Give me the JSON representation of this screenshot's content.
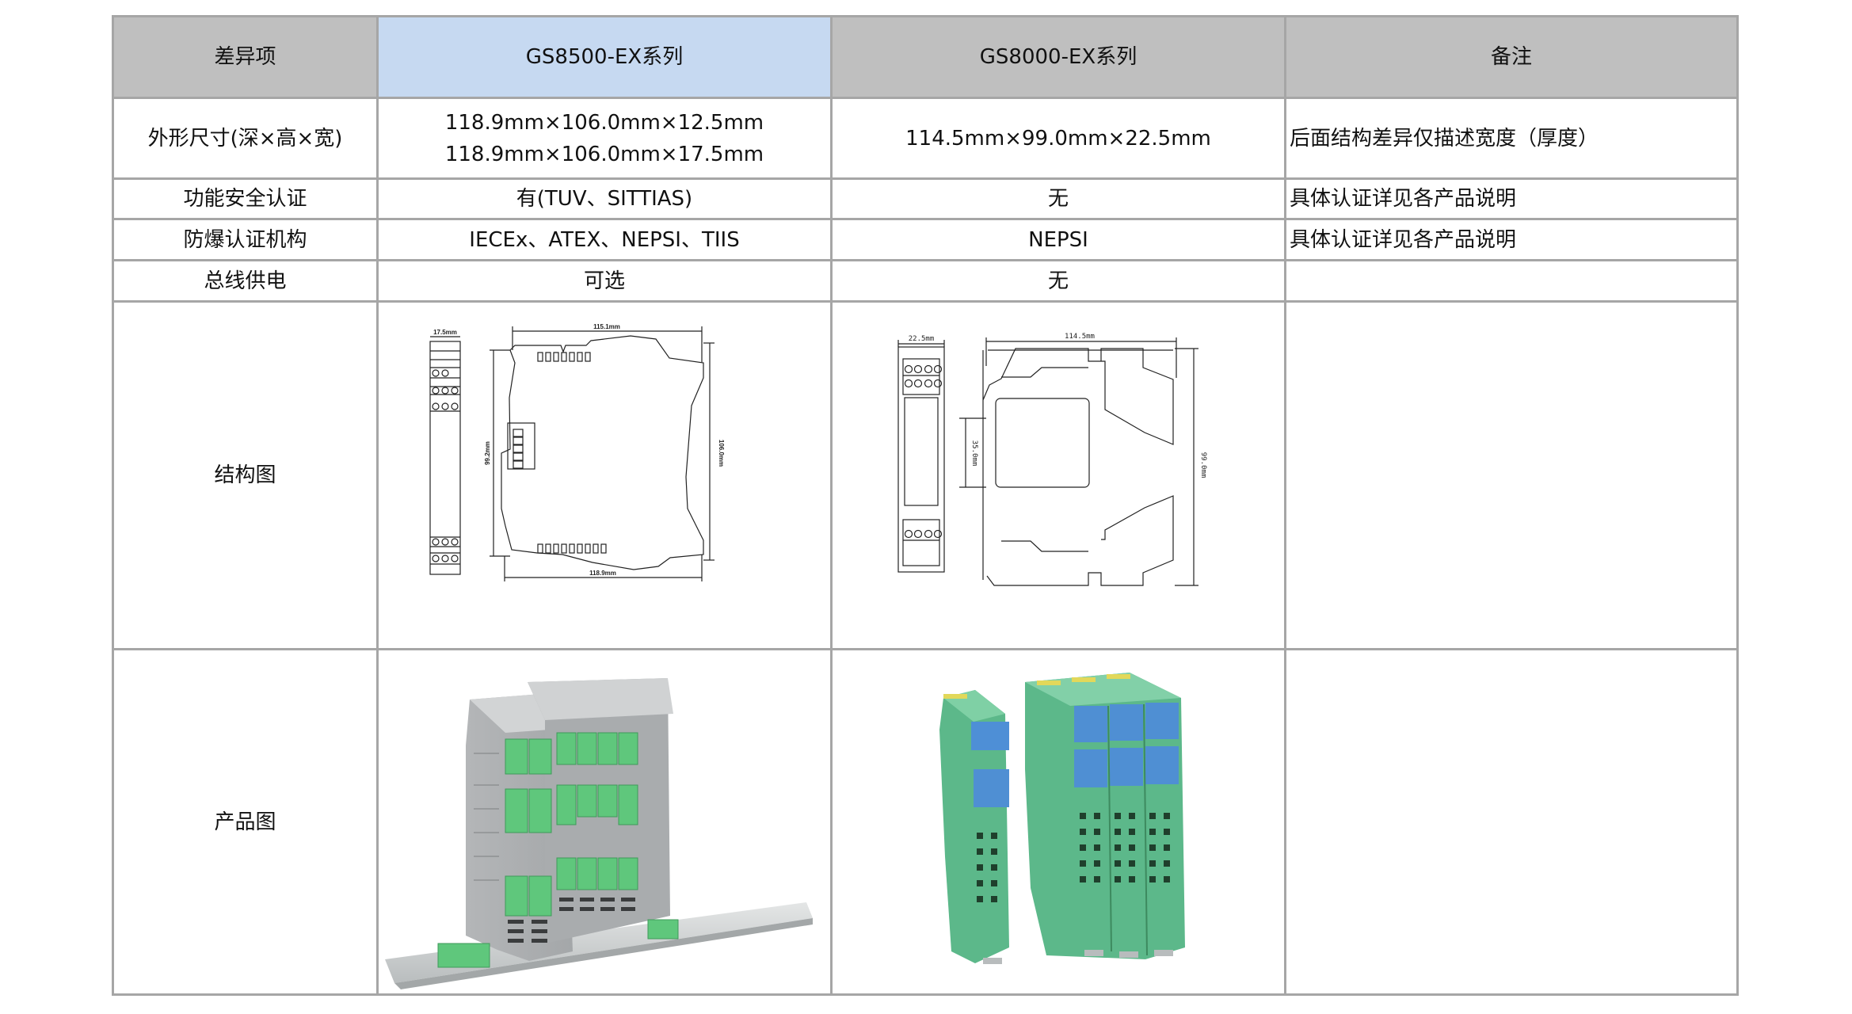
{
  "table": {
    "headers": [
      "差异项",
      "GS8500-EX系列",
      "GS8000-EX系列",
      "备注"
    ],
    "rows": [
      {
        "label": "外形尺寸(深×高×宽)",
        "gs8500": [
          "118.9mm×106.0mm×12.5mm",
          "118.9mm×106.0mm×17.5mm"
        ],
        "gs8000": "114.5mm×99.0mm×22.5mm",
        "note": "后面结构差异仅描述宽度（厚度）"
      },
      {
        "label": "功能安全认证",
        "gs8500": "有(TUV、SITTIAS)",
        "gs8000": "无",
        "note": "具体认证详见各产品说明"
      },
      {
        "label": "防爆认证机构",
        "gs8500": "IECEx、ATEX、NEPSI、TIIS",
        "gs8000": "NEPSI",
        "note": "具体认证详见各产品说明"
      },
      {
        "label": "总线供电",
        "gs8500": "可选",
        "gs8000": "无",
        "note": ""
      },
      {
        "label": "结构图",
        "gs8500_dims": {
          "width": "17.5mm",
          "top": "115.1mm",
          "bottom": "118.9mm",
          "height": "106.0mm",
          "inner": "99.2mm"
        },
        "gs8000_dims": {
          "width": "22.5mm",
          "top": "114.5mm",
          "height": "99.0mm",
          "rail": "35.0mm"
        },
        "note": ""
      },
      {
        "label": "产品图",
        "gs8500_image": "gray-isolator-modules-on-din-rail",
        "gs8000_image": "green-blue-isolator-modules",
        "note": ""
      }
    ]
  },
  "colors": {
    "header_gray": "#bfbfbf",
    "header_blue": "#c6d9f1",
    "border": "#a6a6a6"
  }
}
